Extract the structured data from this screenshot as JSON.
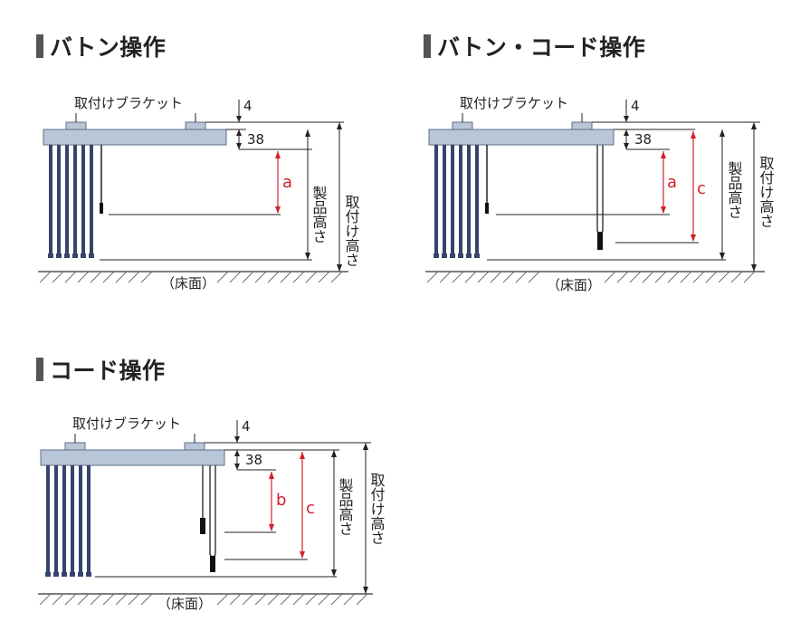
{
  "sections": {
    "baton": {
      "title": "バトン操作",
      "bracket_label": "取付けブラケット",
      "dim_4": "4",
      "dim_38": "38",
      "dim_a": "a",
      "product_height": "製品高さ",
      "mount_height": "取付け高さ",
      "floor": "（床面）"
    },
    "baton_cord": {
      "title": "バトン・コード操作",
      "bracket_label": "取付けブラケット",
      "dim_4": "4",
      "dim_38": "38",
      "dim_a": "a",
      "dim_c": "c",
      "product_height": "製品高さ",
      "mount_height": "取付け高さ",
      "floor": "（床面）"
    },
    "cord": {
      "title": "コード操作",
      "bracket_label": "取付けブラケット",
      "dim_4": "4",
      "dim_38": "38",
      "dim_b": "b",
      "dim_c": "c",
      "product_height": "製品高さ",
      "mount_height": "取付け高さ",
      "floor": "（床面）"
    }
  },
  "colors": {
    "rail_fill": "#b9c6d8",
    "rail_stroke": "#5f6f86",
    "slat": "#35446a",
    "dimension_red": "#d51e2b",
    "line": "#222222"
  }
}
